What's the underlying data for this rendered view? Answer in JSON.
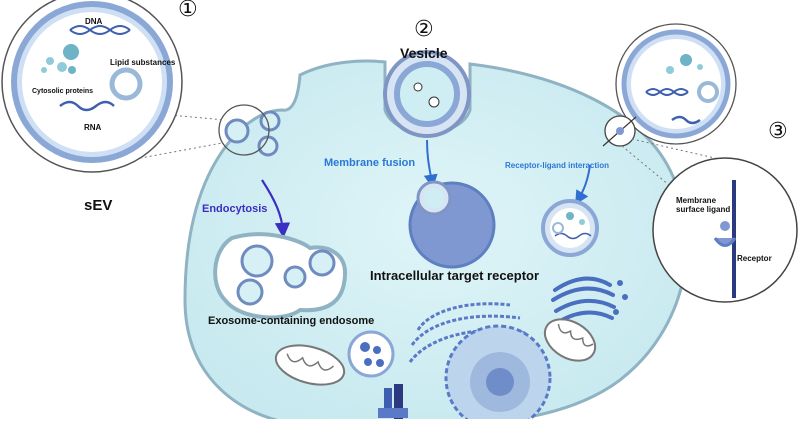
{
  "markers": {
    "one": "①",
    "two": "②",
    "three": "③"
  },
  "sev": {
    "title": "sEV",
    "labels": {
      "dna": "DNA",
      "lipid": "Lipid substances",
      "cytosolic": "Cytosolic proteins",
      "rna": "RNA"
    }
  },
  "vesicle": {
    "title": "Vesicle"
  },
  "pathways": {
    "membrane_fusion": "Membrane fusion",
    "receptor_ligand": "Receptor-ligand interaction",
    "endocytosis": "Endocytosis"
  },
  "cell_labels": {
    "intracellular_target": "Intracellular target receptor",
    "exosome_endosome": "Exosome-containing endosome"
  },
  "receptor_zoom": {
    "ligand": "Membrane\nsurface ligand",
    "receptor": "Receptor"
  },
  "colors": {
    "cell_fill": "#cfeef3",
    "cell_stroke": "#8fb3c3",
    "vesicle_blue": "#8aa7d6",
    "vesicle_dark": "#5e7fc0",
    "endocytosis_text": "#3a2fc1",
    "fusion_text": "#2a78d6",
    "arrow_blue": "#2f6fd0",
    "label_dark": "#111111",
    "target_fill": "#7f98d2"
  }
}
